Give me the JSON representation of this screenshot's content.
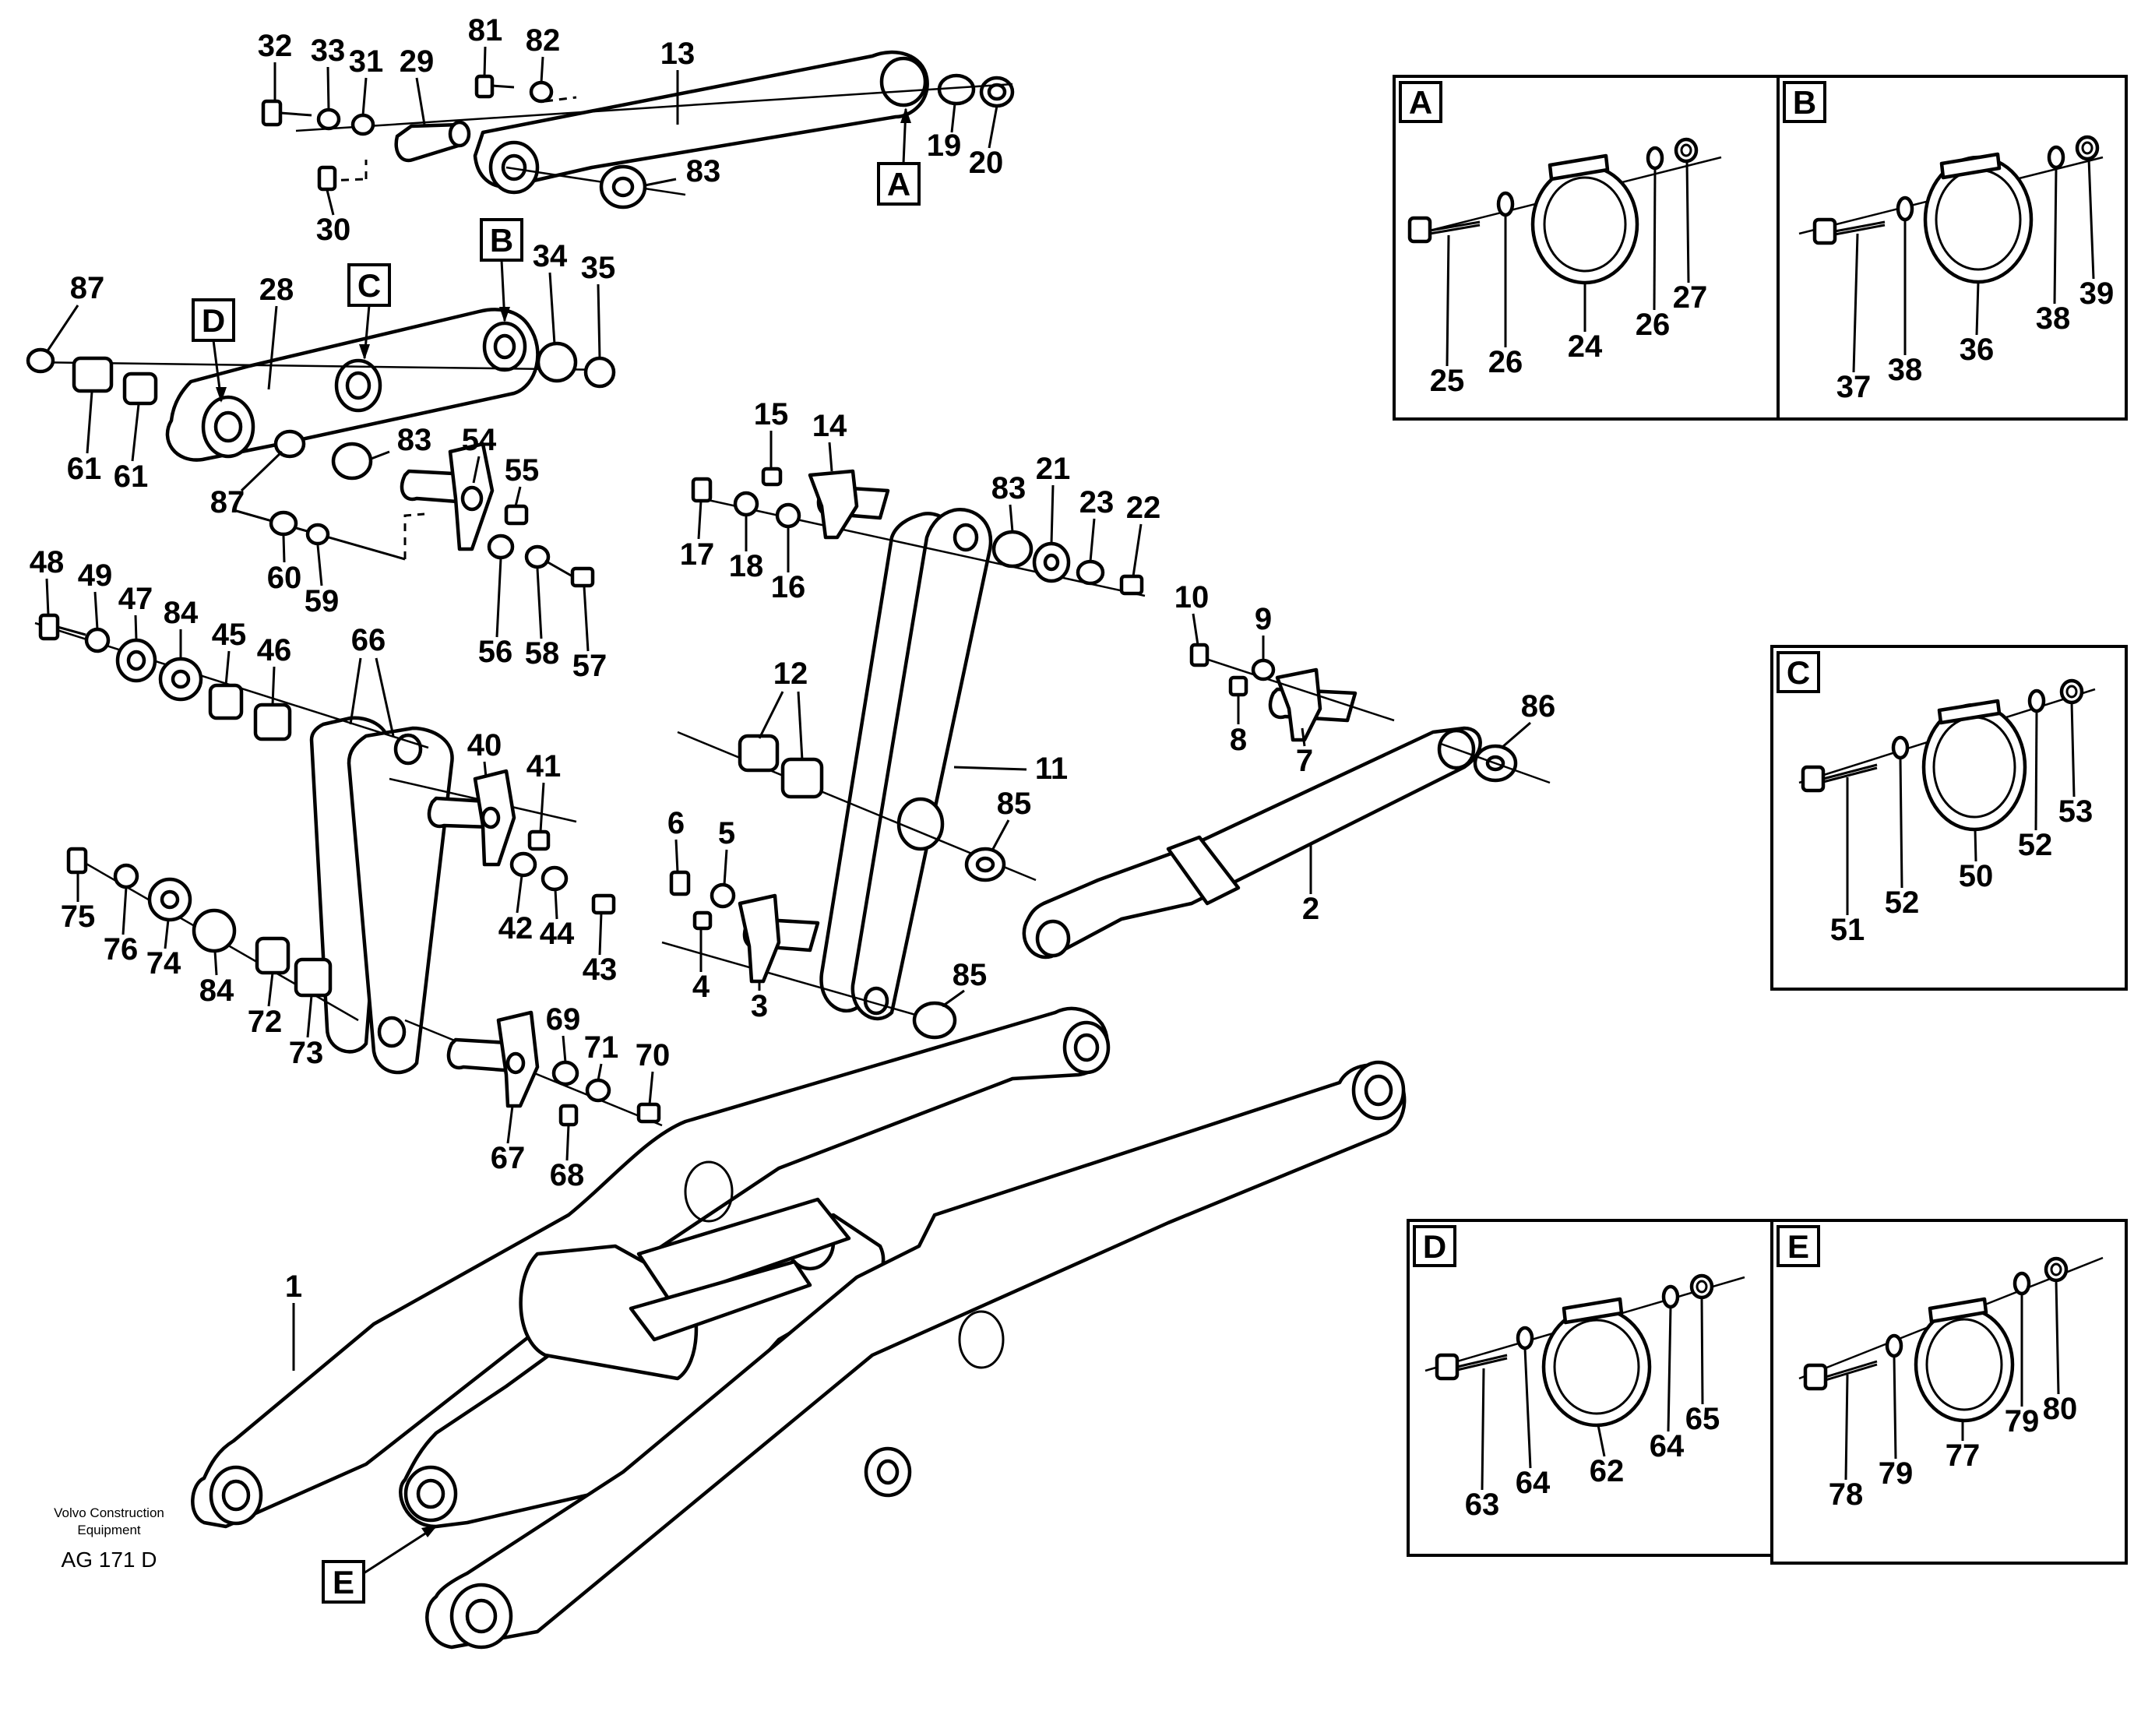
{
  "diagram": {
    "caption_line1": "Volvo Construction",
    "caption_line2": "Equipment",
    "doc_id": "AG 171 D"
  },
  "detail_tags": [
    "A",
    "B",
    "C",
    "D",
    "E"
  ],
  "detail_panels": [
    {
      "tag": "A",
      "labels": [
        "25",
        "26",
        "24",
        "26",
        "27"
      ]
    },
    {
      "tag": "B",
      "labels": [
        "37",
        "38",
        "36",
        "38",
        "39"
      ]
    },
    {
      "tag": "C",
      "labels": [
        "51",
        "52",
        "50",
        "52",
        "53"
      ]
    },
    {
      "tag": "D",
      "labels": [
        "63",
        "64",
        "62",
        "64",
        "65"
      ]
    },
    {
      "tag": "E",
      "labels": [
        "78",
        "79",
        "77",
        "79",
        "80"
      ]
    }
  ],
  "callouts": [
    "32",
    "33",
    "31",
    "29",
    "81",
    "82",
    "13",
    "19",
    "20",
    "83",
    "30",
    "87",
    "28",
    "34",
    "35",
    "61",
    "61",
    "87",
    "83",
    "54",
    "55",
    "60",
    "59",
    "56",
    "58",
    "57",
    "48",
    "49",
    "47",
    "84",
    "45",
    "46",
    "66",
    "15",
    "14",
    "17",
    "18",
    "16",
    "83",
    "21",
    "23",
    "22",
    "10",
    "9",
    "8",
    "7",
    "86",
    "12",
    "11",
    "85",
    "40",
    "41",
    "42",
    "44",
    "43",
    "6",
    "5",
    "4",
    "3",
    "2",
    "75",
    "76",
    "74",
    "84",
    "72",
    "73",
    "85",
    "69",
    "71",
    "70",
    "67",
    "68",
    "1"
  ]
}
